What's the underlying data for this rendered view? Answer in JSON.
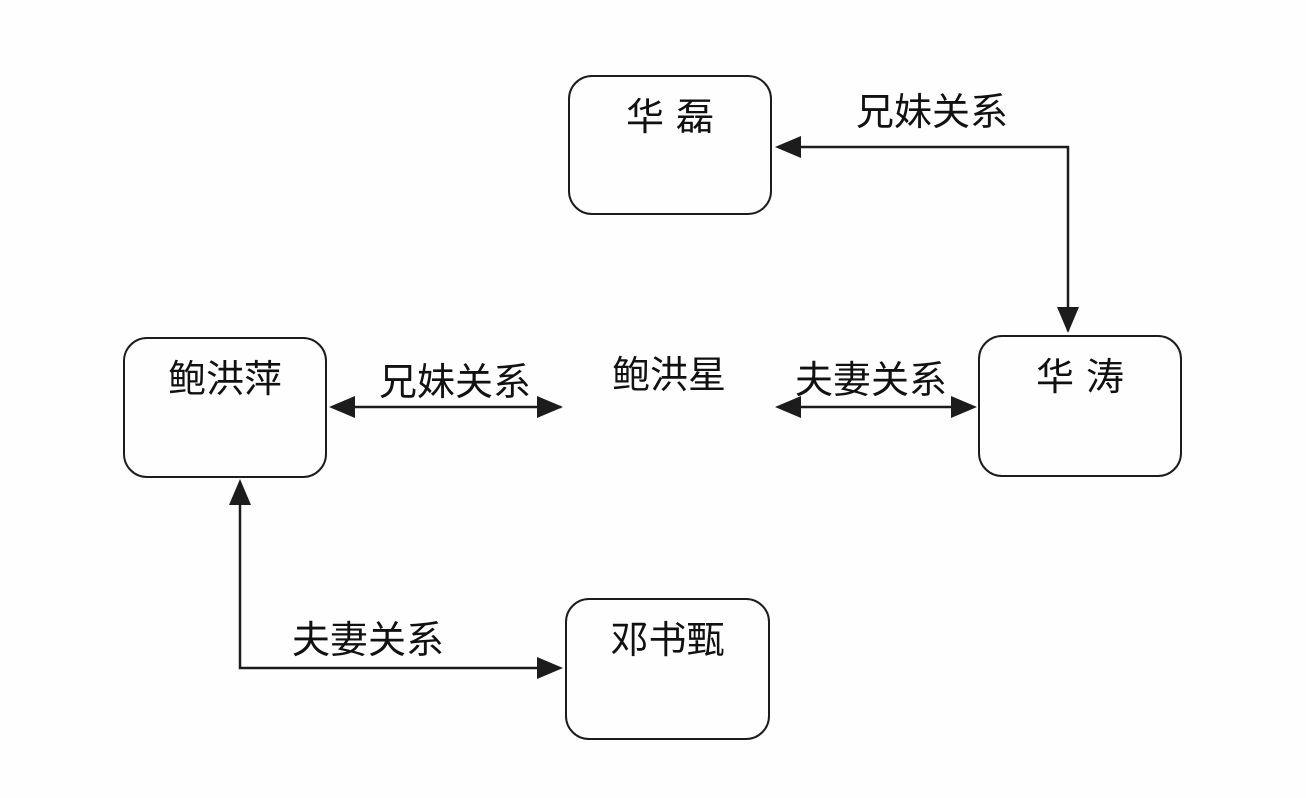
{
  "diagram": {
    "background_color": "#fefefe",
    "stroke_color": "#1c1c1c",
    "text_color": "#111111",
    "nodes": [
      {
        "id": "hua-lei",
        "label": "华 磊",
        "shape": "rounded-rect"
      },
      {
        "id": "bao-hong-ping",
        "label": "鲍洪萍",
        "shape": "rounded-rect"
      },
      {
        "id": "bao-hong-xing",
        "label": "鲍洪星",
        "shape": "plaque"
      },
      {
        "id": "hua-tao",
        "label": "华 涛",
        "shape": "rounded-rect"
      },
      {
        "id": "deng-shu-zhen",
        "label": "邓书甄",
        "shape": "rounded-rect"
      }
    ],
    "edges": [
      {
        "from": "hua-tao",
        "to": "hua-lei",
        "label": "兄妹关系",
        "type": "elbow",
        "arrows": "both"
      },
      {
        "from": "bao-hong-ping",
        "to": "bao-hong-xing",
        "label": "兄妹关系",
        "type": "straight",
        "arrows": "both"
      },
      {
        "from": "bao-hong-xing",
        "to": "hua-tao",
        "label": "夫妻关系",
        "type": "straight",
        "arrows": "both"
      },
      {
        "from": "bao-hong-ping",
        "to": "deng-shu-zhen",
        "label": "夫妻关系",
        "type": "elbow",
        "arrows": "both"
      }
    ]
  }
}
